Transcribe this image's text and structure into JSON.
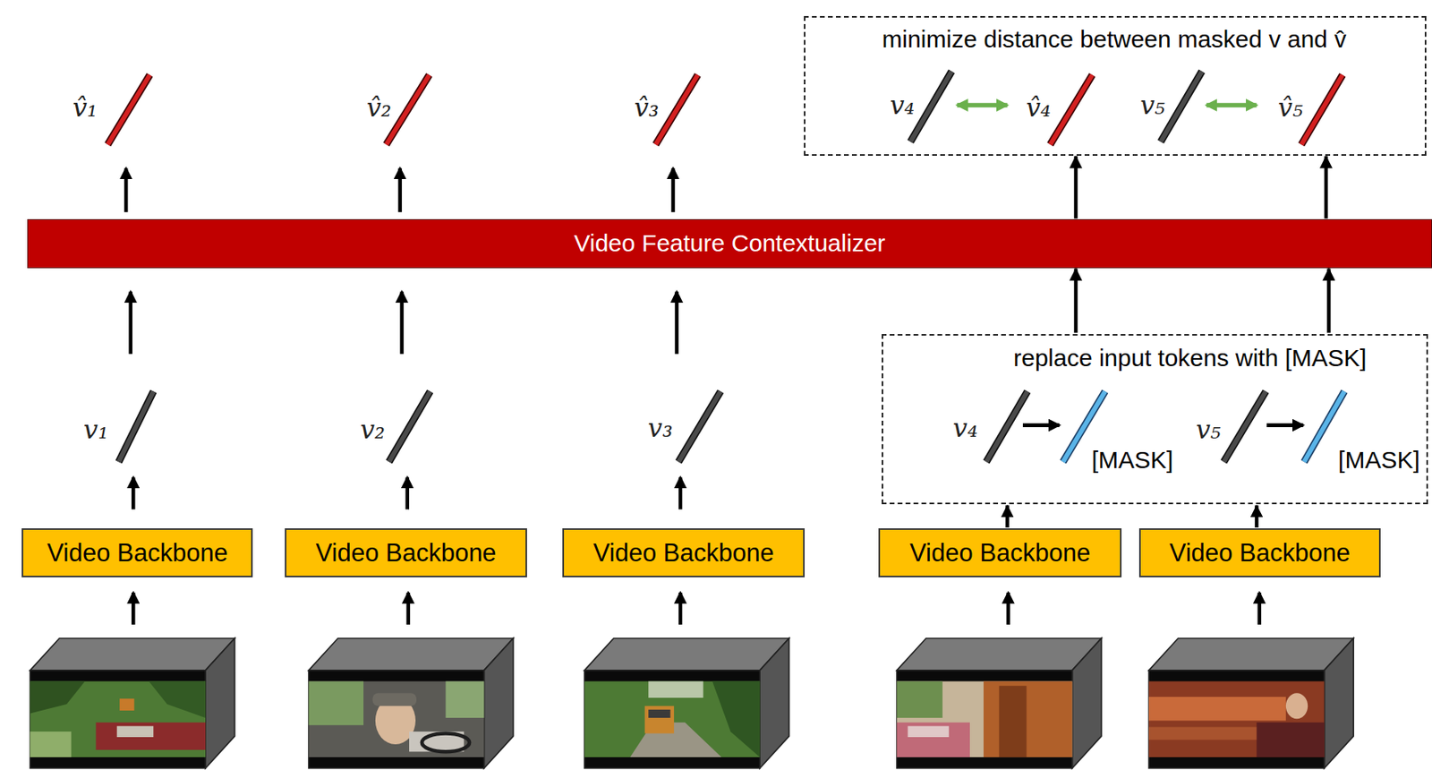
{
  "diagram": {
    "nodes": [
      {
        "text": [
          "minimize distance between masked v and v̂",
          "v₄",
          "v̂₄",
          "v₅",
          "v̂₅"
        ]
      },
      {
        "text": [
          "Video Feature Contextualizer"
        ]
      },
      {
        "text": [
          "replace input tokens with [MASK]",
          "v₄",
          "[MASK]",
          "v₅",
          "[MASK]"
        ]
      },
      {
        "text": [
          "Video Backbone"
        ]
      },
      {
        "text": [
          "Video Backbone"
        ]
      },
      {
        "text": [
          "Video Backbone"
        ]
      },
      {
        "text": [
          "Video Backbone"
        ]
      },
      {
        "text": [
          "Video Backbone"
        ]
      }
    ],
    "edges": [
      {
        "from": 6,
        "to": 2,
        "arrow": "to"
      },
      {
        "from": 7,
        "to": 2,
        "arrow": "to"
      },
      {
        "from": 2,
        "to": 1,
        "arrow": "to"
      },
      {
        "from": 2,
        "to": 1,
        "arrow": "to"
      },
      {
        "from": 1,
        "to": 0,
        "arrow": "to"
      },
      {
        "from": 1,
        "to": 0,
        "arrow": "to"
      }
    ],
    "labels": [
      "v̂₁",
      "v̂₂",
      "v̂₃",
      "v₁",
      "v₂",
      "v₃"
    ]
  }
}
